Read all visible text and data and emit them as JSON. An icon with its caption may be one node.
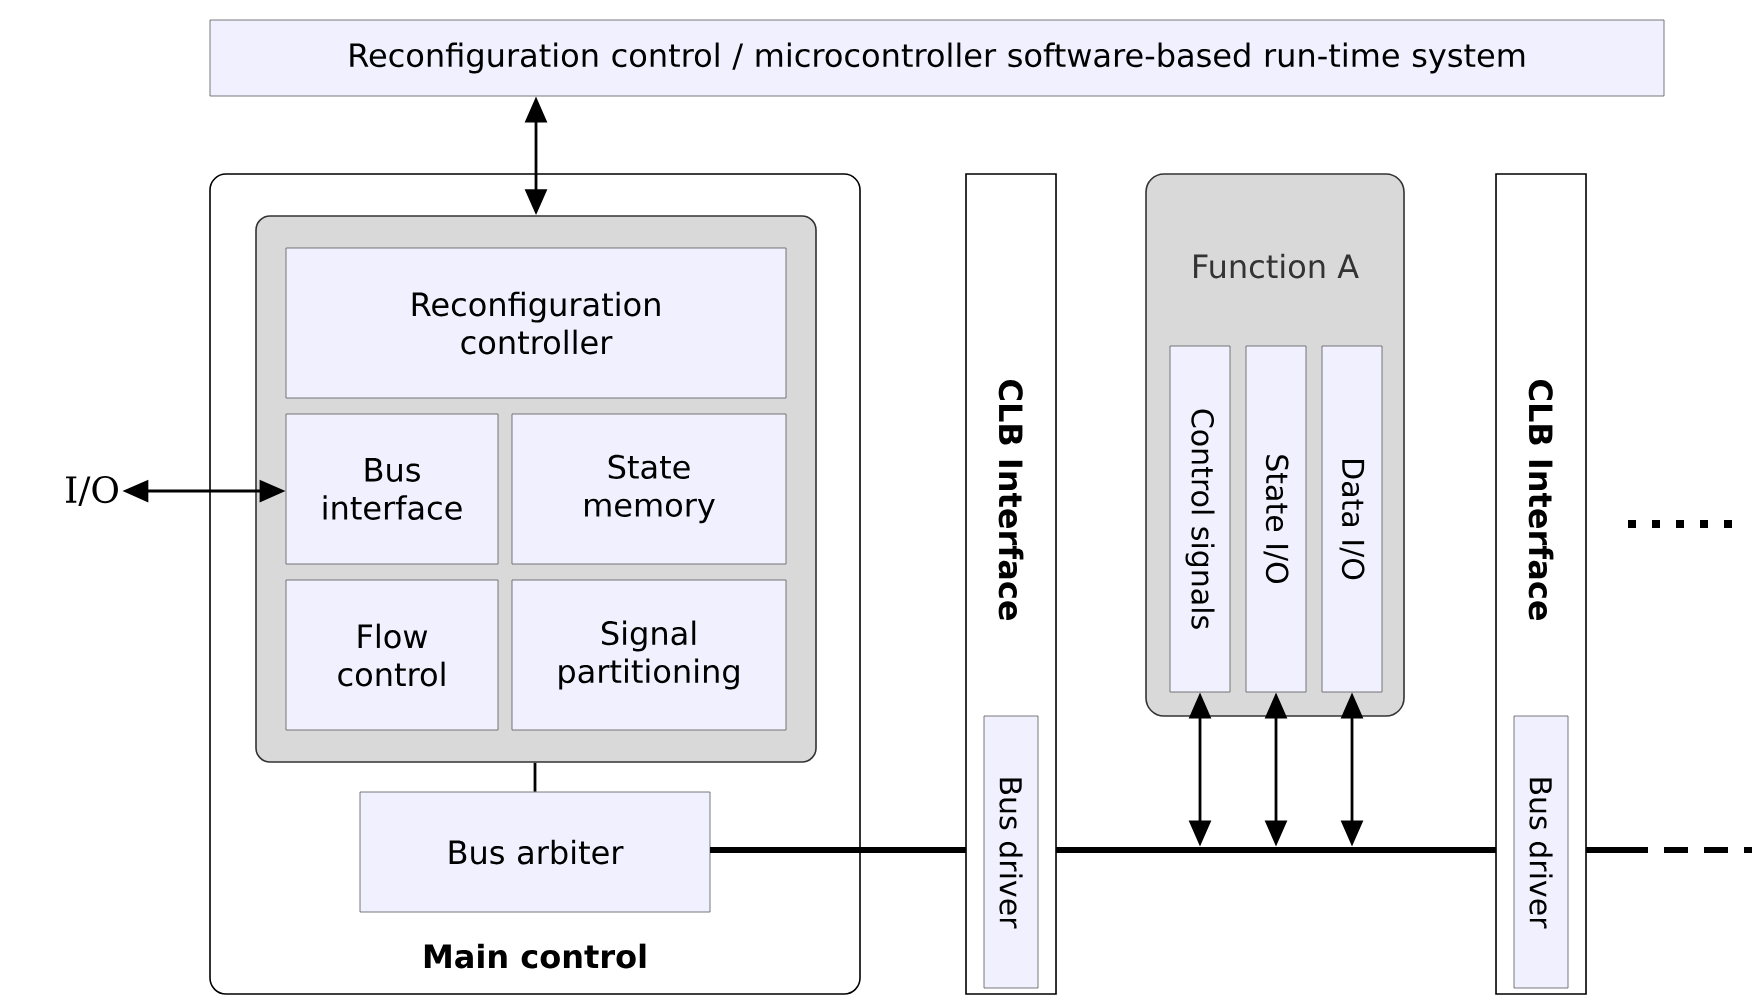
{
  "diagram": {
    "nodes": [
      {
        "text": [
          "Reconfiguration control / microcontroller software-based run-time system"
        ]
      },
      {
        "text": [
          "Main control"
        ]
      },
      {
        "text": [],
        "shape": "box",
        "in": 1
      },
      {
        "text": [
          "Reconfiguration controller"
        ],
        "in": 2
      },
      {
        "text": [
          "Bus interface"
        ],
        "in": 2
      },
      {
        "text": [
          "State memory"
        ],
        "in": 2
      },
      {
        "text": [
          "Flow control"
        ],
        "in": 2
      },
      {
        "text": [
          "Signal partitioning"
        ],
        "in": 2
      },
      {
        "text": [
          "Bus arbiter"
        ],
        "in": 1
      },
      {
        "text": [
          "I/O"
        ]
      },
      {
        "text": [
          "CLB Interface"
        ]
      },
      {
        "text": [
          "Bus driver"
        ],
        "in": 10
      },
      {
        "text": [
          "Function A"
        ]
      },
      {
        "text": [
          "Control signals"
        ],
        "in": 12
      },
      {
        "text": [
          "State I/O"
        ],
        "in": 12
      },
      {
        "text": [
          "Data I/O"
        ],
        "in": 12
      },
      {
        "text": [
          "CLB Interface"
        ]
      },
      {
        "text": [
          "Bus driver"
        ],
        "in": 16
      },
      {
        "text": [],
        "shape": "line"
      }
    ],
    "edges": [
      {
        "from": 0,
        "to": 2,
        "arrow": "both"
      },
      {
        "from": 9,
        "to": 4,
        "arrow": "both"
      },
      {
        "from": 2,
        "to": 8,
        "arrow": "none"
      },
      {
        "from": 13,
        "to": 18,
        "arrow": "both"
      },
      {
        "from": 14,
        "to": 18,
        "arrow": "both"
      },
      {
        "from": 15,
        "to": 18,
        "arrow": "both"
      }
    ]
  }
}
